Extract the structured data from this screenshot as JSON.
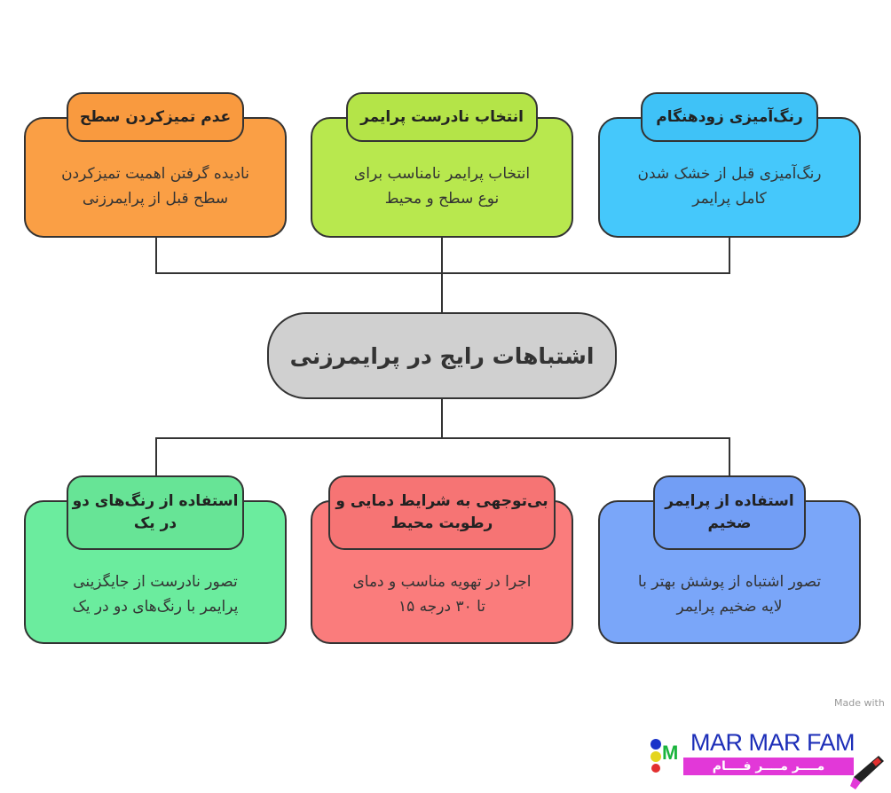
{
  "center": {
    "title": "اشتباهات رایج در پرایمرزنی"
  },
  "top_nodes": [
    {
      "title": "عدم تمیزکردن سطح",
      "body": "نادیده گرفتن اهمیت تمیزکردن\nسطح قبل از پرایمرزنی",
      "color": "#fa9f45",
      "pill_color": "#f99a3f"
    },
    {
      "title": "انتخاب نادرست پرایمر",
      "body": "انتخاب پرایمر نامناسب برای\nنوع سطح و محیط",
      "color": "#b8e84e",
      "pill_color": "#b4e448"
    },
    {
      "title": "رنگ‌آمیزی زودهنگام",
      "body": "رنگ‌آمیزی قبل از خشک شدن\nکامل پرایمر",
      "color": "#45c8fb",
      "pill_color": "#3fc2f7"
    }
  ],
  "bottom_nodes": [
    {
      "title": "استفاده از رنگ‌های\nدو در یک",
      "body": "تصور نادرست از جایگزینی\nپرایمر با رنگ‌های دو در یک",
      "color": "#6bec9e",
      "pill_color": "#67e496"
    },
    {
      "title": "بی‌توجهی به شرایط دمایی و\nرطوبت محیط",
      "body": "اجرا در تهویه مناسب و دمای\nتا ۳۰ درجه ۱۵",
      "color": "#fa7c7c",
      "pill_color": "#f67474"
    },
    {
      "title": "استفاده از پرایمر\nضخیم",
      "body": "تصور اشتباه از پوشش بهتر با\nلایه ضخیم پرایمر",
      "color": "#7aa6f9",
      "pill_color": "#729ef5"
    }
  ],
  "footer": {
    "made_with": "Made with",
    "logo_title": "MAR MAR FAM",
    "logo_subtitle": "مــــر مــــر فــــام",
    "logo_letter": "M"
  }
}
